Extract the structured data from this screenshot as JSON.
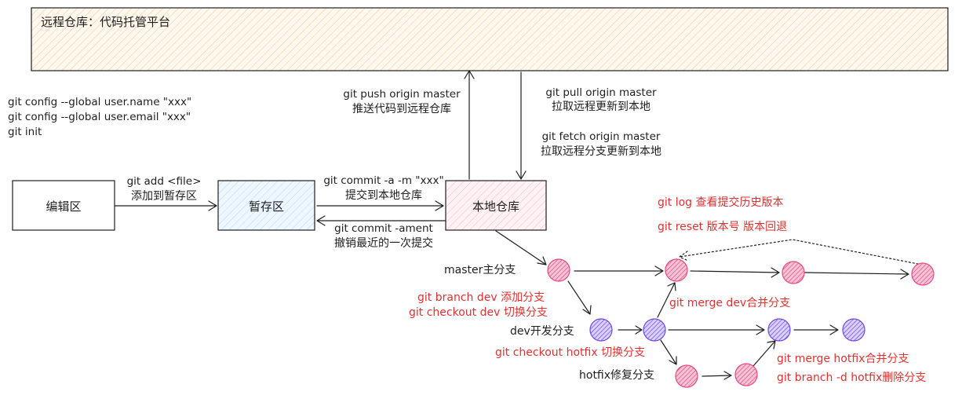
{
  "remote": {
    "title": "远程仓库：代码托管平台"
  },
  "config_commands": [
    "git config --global user.name \"xxx\"",
    "git config --global user.email \"xxx\"",
    "git init"
  ],
  "areas": {
    "workspace": "编辑区",
    "staging": "暂存区",
    "local_repo": "本地仓库"
  },
  "ops": {
    "add_cmd": "git add <file>",
    "add_desc": "添加到暂存区",
    "commit_cmd": "git commit -a -m \"xxx\"",
    "commit_desc": "提交到本地仓库",
    "amend_cmd": "git commit -ament",
    "amend_desc": "撤销最近的一次提交",
    "push_cmd": "git push origin master",
    "push_desc": "推送代码到远程仓库",
    "pull_cmd": "git pull origin master",
    "pull_desc": "拉取远程更新到本地",
    "fetch_cmd": "git fetch origin master",
    "fetch_desc": "拉取远程分支更新到本地"
  },
  "branches": {
    "master": "master主分支",
    "dev": "dev开发分支",
    "hotfix": "hotfix修复分支"
  },
  "notes": {
    "log": "git log 查看提交历史版本",
    "reset": "git reset 版本号  版本回退",
    "branch_dev": "git branch dev 添加分支",
    "checkout_dev": "git checkout dev 切换分支",
    "merge_dev": "git merge dev合并分支",
    "checkout_hotfix": "git checkout hotfix 切换分支",
    "merge_hotfix": "git merge hotfix合并分支",
    "delete_hotfix": "git branch -d hotfix删除分支"
  },
  "colors": {
    "remote_fill": "#fff5e6",
    "staging_fill": "#e7f5ff",
    "local_fill": "#ffeef0",
    "master_commit": "#e64980",
    "dev_commit": "#7048e8",
    "note_red": "#e03131",
    "stroke": "#1e1e1e"
  }
}
